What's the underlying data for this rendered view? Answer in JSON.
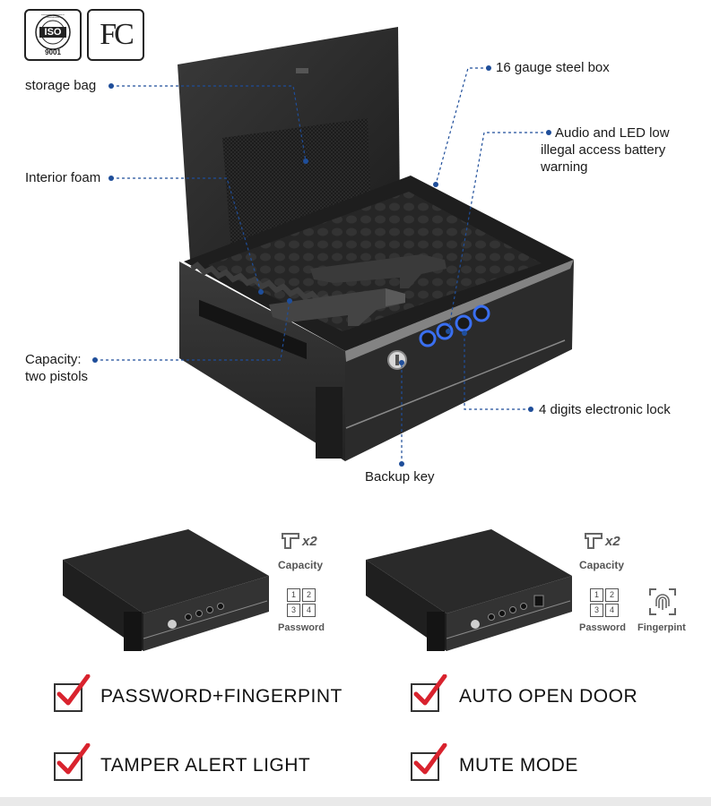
{
  "certifications": {
    "iso_label": "ISO",
    "iso_number": "9001",
    "iso_ring_text": "International Organization for Standardization",
    "fc_label": "FC"
  },
  "callouts": {
    "storage_bag": "storage bag",
    "steel_box": "16 gauge steel box",
    "battery_line1": "Audio and LED low",
    "battery_line2": "illegal access battery",
    "battery_line3": "warning",
    "interior_foam": "Interior foam",
    "capacity_line1": "Capacity:",
    "capacity_line2": "two pistols",
    "electronic_lock": "4 digits electronic lock",
    "backup_key": "Backup key"
  },
  "models": [
    {
      "capacity_badge": "x2",
      "capacity_label": "Capacity",
      "keypad_digits": [
        "1",
        "2",
        "3",
        "4"
      ],
      "password_label": "Password"
    },
    {
      "capacity_badge": "x2",
      "capacity_label": "Capacity",
      "keypad_digits": [
        "1",
        "2",
        "3",
        "4"
      ],
      "password_label": "Password",
      "fingerprint_label": "Fingerpint"
    }
  ],
  "features": [
    "PASSWORD+FINGERPINT",
    "AUTO OPEN DOOR",
    "TAMPER ALERT LIGHT",
    "MUTE MODE"
  ],
  "colors": {
    "callout_line": "#1f4e9a",
    "check_red": "#d9232e",
    "safe_dark": "#2b2b2b",
    "led_blue": "#3a6ff0"
  }
}
